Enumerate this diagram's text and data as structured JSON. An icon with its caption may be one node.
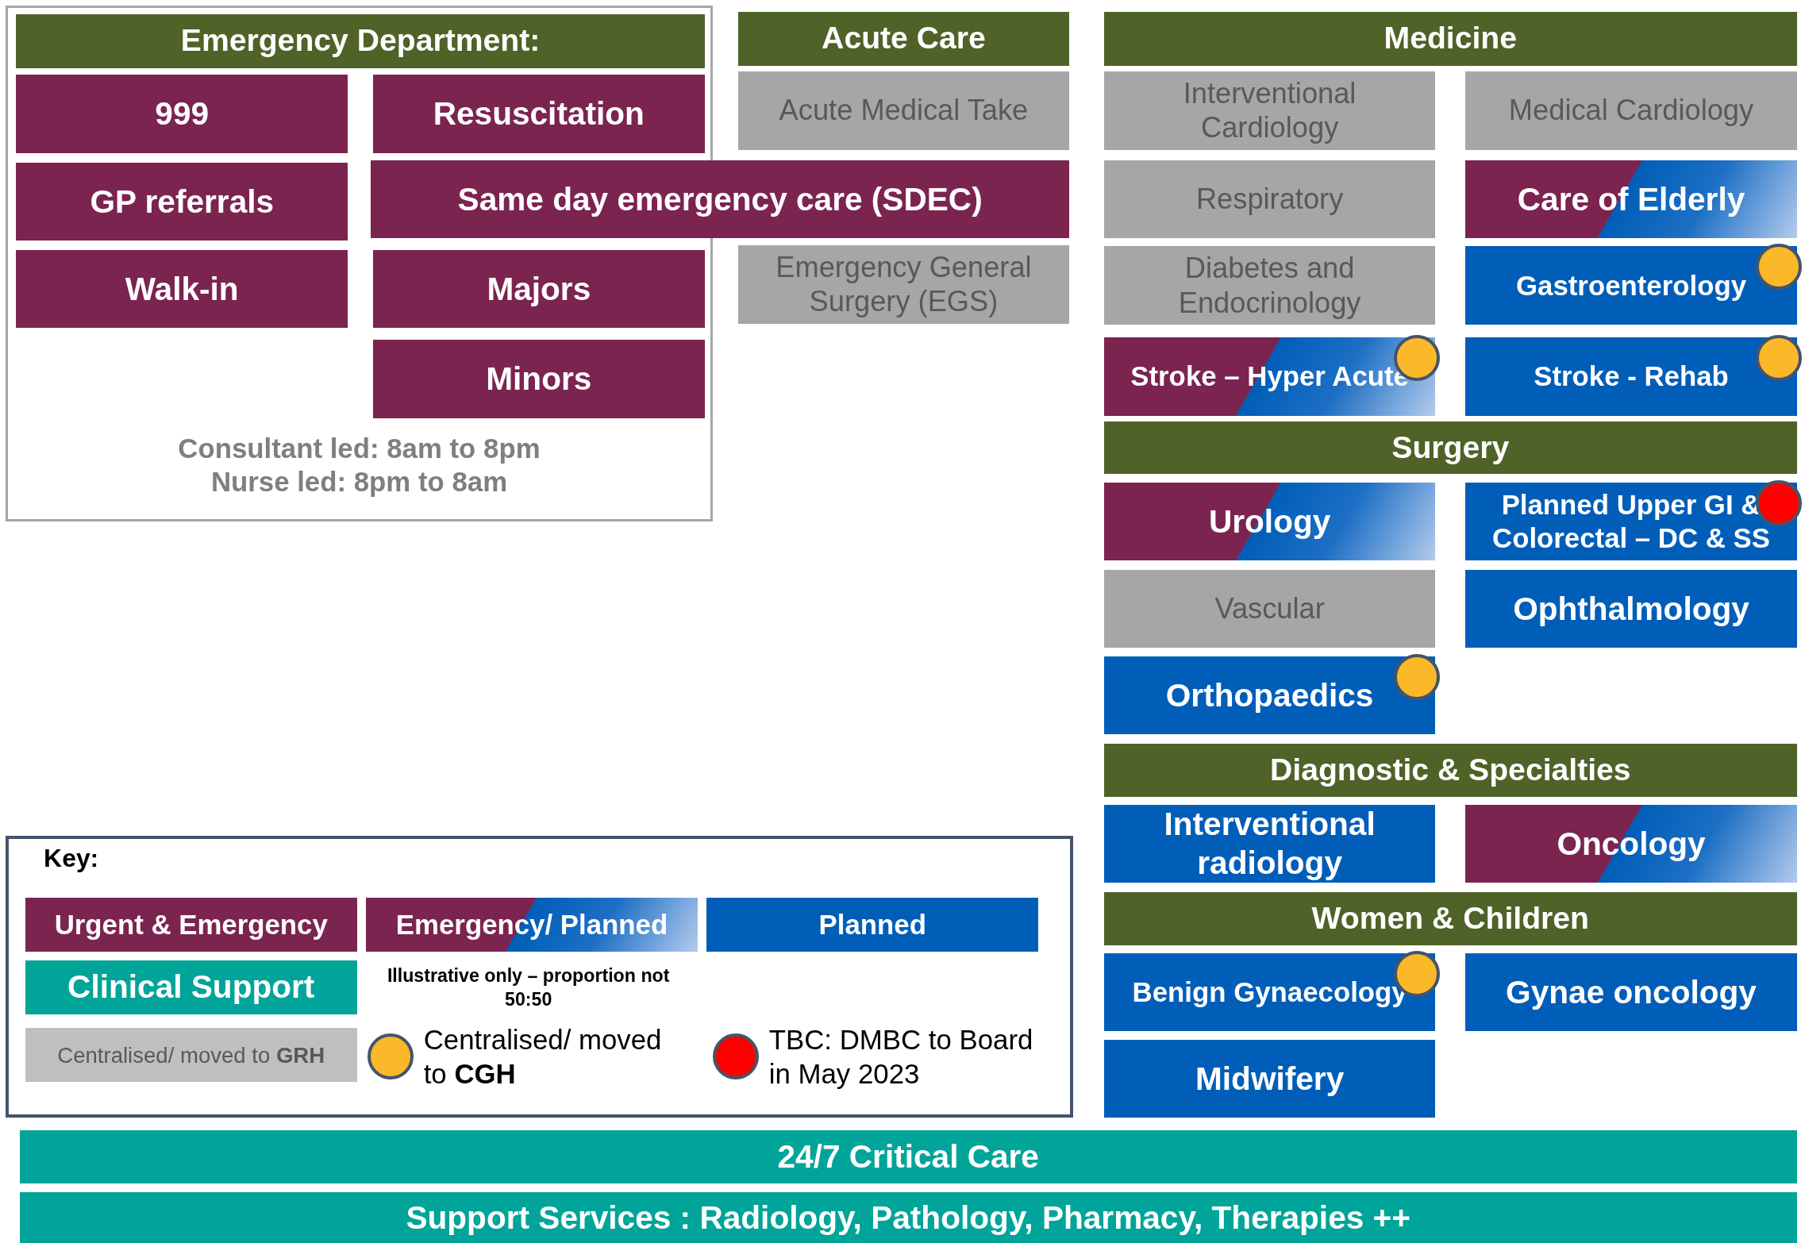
{
  "diagram": {
    "nodes": [
      {
        "text": [
          "Consultant led: 8am to 8pm Nurse led: 8pm to 8am"
        ]
      },
      {
        "text": [
          "Emergency Department:"
        ],
        "in": 0
      },
      {
        "text": [
          "999"
        ],
        "in": 0
      },
      {
        "text": [
          "Resuscitation"
        ],
        "in": 0
      },
      {
        "text": [
          "GP referrals"
        ],
        "in": 0
      },
      {
        "text": [
          "Same day emergency care (SDEC)"
        ]
      },
      {
        "text": [
          "Walk-in"
        ],
        "in": 0
      },
      {
        "text": [
          "Majors"
        ],
        "in": 0
      },
      {
        "text": [
          "Minors"
        ],
        "in": 0
      },
      {
        "text": [
          "Acute Care"
        ]
      },
      {
        "text": [
          "Acute Medical Take"
        ]
      },
      {
        "text": [
          "Emergency General Surgery (EGS)"
        ]
      },
      {
        "text": [
          "Medicine"
        ]
      },
      {
        "text": [
          "Interventional Cardiology"
        ]
      },
      {
        "text": [
          "Medical Cardiology"
        ]
      },
      {
        "text": [
          "Respiratory"
        ]
      },
      {
        "text": [
          "Care of Elderly"
        ]
      },
      {
        "text": [
          "Diabetes and Endocrinology"
        ]
      },
      {
        "text": [
          "Gastroenterology"
        ]
      },
      {
        "text": [
          "Stroke – Hyper Acute"
        ]
      },
      {
        "text": [
          "Stroke - Rehab"
        ]
      },
      {
        "text": [
          "Surgery"
        ]
      },
      {
        "text": [
          "Urology"
        ]
      },
      {
        "text": [
          "Planned Upper GI & Colorectal – DC & SS"
        ]
      },
      {
        "text": [
          "Vascular"
        ]
      },
      {
        "text": [
          "Ophthalmology"
        ]
      },
      {
        "text": [
          "Orthopaedics"
        ]
      },
      {
        "text": [
          "Diagnostic & Specialties"
        ]
      },
      {
        "text": [
          "Interventional radiology"
        ]
      },
      {
        "text": [
          "Oncology"
        ]
      },
      {
        "text": [
          "Women & Children"
        ]
      },
      {
        "text": [
          "Benign Gynaecology"
        ]
      },
      {
        "text": [
          "Gynae oncology"
        ]
      },
      {
        "text": [
          "Midwifery"
        ]
      },
      {
        "text": [
          "24/7 Critical Care"
        ]
      },
      {
        "text": [
          "Support Services : Radiology, Pathology, Pharmacy, Therapies ++"
        ]
      }
    ],
    "labels": [
      "Key:",
      "Illustrative only – proportion not 50:50"
    ],
    "legend": [
      {
        "text": "Urgent & Emergency",
        "color": "#7b2450"
      },
      {
        "text": "Emergency/ Planned"
      },
      {
        "text": "Planned",
        "color": "#005eb8"
      },
      {
        "text": "Clinical Support",
        "color": "#00a499"
      },
      {
        "text": "Centralised/ moved to **GRH**",
        "color": "#bfbfbf"
      },
      {
        "text": "Centralised/ moved to **CGH**",
        "color": "#fbb829"
      },
      {
        "text": "TBC: DMBC to Board in May 2023",
        "color": "#ff0000"
      }
    ]
  }
}
